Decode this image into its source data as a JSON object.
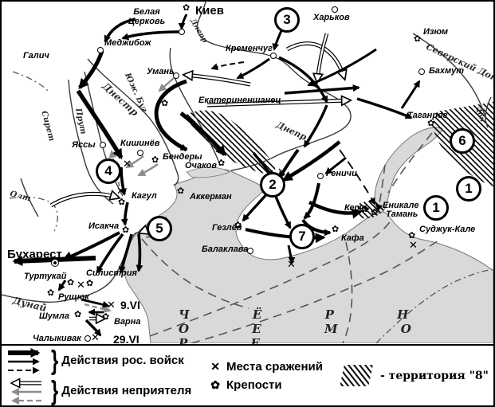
{
  "colors": {
    "sea": "#d9d9d9",
    "ink": "#000000",
    "enemy_gray": "#8c8c8c"
  },
  "sea_name": "Ч Ё Р Н О Е   М О Р Е",
  "cities": {
    "kiev": "Киев",
    "belaya_tserkov": "Белая Церковь",
    "medzhibozh": "Меджибож",
    "galich": "Галич",
    "kharkov": "Харьков",
    "izyum": "Изюм",
    "bakhmut": "Бахмут",
    "kremenchug": "Кременчуг",
    "uman": "Умань",
    "ekaterinenshanets": "Екатериненшанец",
    "taganrog": "Таганрог",
    "yassy": "Яссы",
    "kishinev": "Кишинёв",
    "bendery": "Бендеры",
    "ochakov": "Очаков",
    "akkerman": "Аккерман",
    "kagul": "Кагул",
    "isakcha": "Исакча",
    "bukharest": "Бухарест",
    "turtukai": "Туртукай",
    "silistriya": "Силистрия",
    "rushchuk": "Рущюк",
    "shumla": "Шумла",
    "varna": "Варна",
    "chalykivak": "Чалыкивак",
    "gezlev": "Гезлёв",
    "balaklava": "Балаклава",
    "genichi": "Геничи",
    "kerch": "Керчь",
    "enikale": "Еникале",
    "taman": "Тамань",
    "sudzhuk_kale": "Суджук-Кале",
    "kafa": "Кафа"
  },
  "rivers": {
    "dnepr": "Днепр",
    "yuzh_bug": "Юж. Буг",
    "dnestr": "Днестр",
    "prut": "Прут",
    "siret": "Сирет",
    "olt": "Олт",
    "dunay": "Дунай",
    "sev_donets": "Северский Донец",
    "don": "Дон"
  },
  "numbers": {
    "n1": "1",
    "n2": "2",
    "n3": "3",
    "n4": "4",
    "n5": "5",
    "n6": "6",
    "n7": "7"
  },
  "dates": {
    "june9": "9.VI",
    "june29": "29.VI"
  },
  "icons": {
    "fortress": "✿",
    "battle": "✕"
  },
  "legend": {
    "russian": "Действия рос. войск",
    "enemy": "Действия неприятеля",
    "battles": "Места сражений",
    "fortresses": "Крепости",
    "territory": "- территория \"8\""
  }
}
